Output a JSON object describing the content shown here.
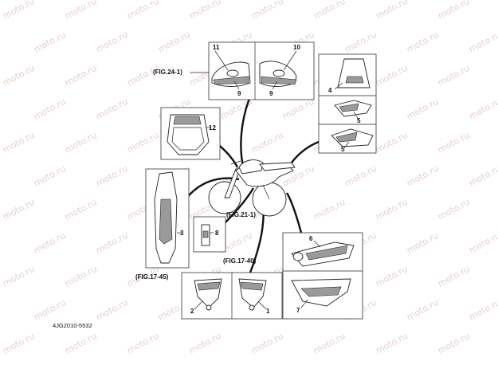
{
  "watermark": "moto.ru",
  "diagram_code": "4JG2010-5532",
  "refs": {
    "fig24": "(FIG.24-1)",
    "fig21": "(FIG.21-1)",
    "fig17_40": "(FIG.17-40)",
    "fig17_45": "(FIG.17-45)"
  },
  "callouts": {
    "c1": "1",
    "c2": "2",
    "c3": "3",
    "c4": "4",
    "c5a": "5",
    "c5b": "5",
    "c6": "6",
    "c7": "7",
    "c8": "8",
    "c9a": "9",
    "c9b": "9",
    "c10": "10",
    "c11": "11",
    "c12": "12"
  },
  "colors": {
    "ink": "#111111",
    "watermark": "#e7cfcf",
    "shade": "#9a9a9a"
  }
}
